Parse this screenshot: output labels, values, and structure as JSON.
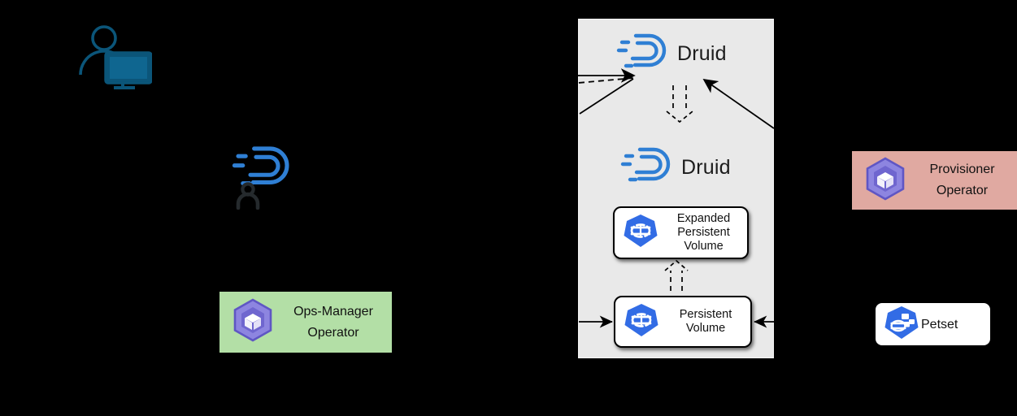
{
  "diagram": {
    "background_color": "#000000",
    "cluster_panel": {
      "name": "kubernetes-cluster-panel",
      "fill": "#e9e9e9",
      "border": "#f4f4f4"
    },
    "nodes": [
      {
        "id": "druid-top",
        "label": "Druid",
        "icon": "druid-logo-icon",
        "text_color": "#1c1c1c",
        "logo_color": "#2f7fd4"
      },
      {
        "id": "druid-mid",
        "label": "Druid",
        "icon": "druid-logo-icon",
        "text_color": "#1c1c1c",
        "logo_color": "#2f7fd4"
      },
      {
        "id": "expanded-pv",
        "label": "Expanded Persistent Volume",
        "label_lines": [
          "Expanded",
          "Persistent",
          "Volume"
        ],
        "icon": "kubernetes-persistent-volume-icon",
        "fill": "#ffffff",
        "border": "#000000",
        "icon_color": "#326ce5"
      },
      {
        "id": "persistent-pv",
        "label": "Persistent Volume",
        "label_lines": [
          "Persistent",
          "Volume"
        ],
        "icon": "kubernetes-persistent-volume-icon",
        "fill": "#ffffff",
        "border": "#000000",
        "icon_color": "#326ce5"
      },
      {
        "id": "ops-operator",
        "label": "Ops-Manager Operator",
        "label_lines": [
          "Ops-Manager",
          "Operator"
        ],
        "icon": "operator-cube-icon",
        "fill": "#b3dfa6",
        "icon_color": "#7b72d4"
      },
      {
        "id": "prov-operator",
        "label": "Provisioner Operator",
        "label_lines": [
          "Provisioner",
          "Operator"
        ],
        "icon": "operator-cube-icon",
        "fill": "#e0a9a1",
        "icon_color": "#7b72d4"
      },
      {
        "id": "petset",
        "label": "Petset",
        "label_lines": [
          "Petset"
        ],
        "icon": "kubernetes-statefulset-icon",
        "fill": "#ffffff",
        "border": "#000000",
        "icon_color": "#326ce5"
      },
      {
        "id": "user-workstation",
        "label": "",
        "icon": "user-at-computer-icon",
        "icon_color": "#0b5579"
      },
      {
        "id": "druid-left",
        "label": "",
        "icon": "druid-logo-icon",
        "logo_color": "#2f7fd4"
      },
      {
        "id": "druid-left-person",
        "label": "",
        "icon": "person-icon",
        "icon_color": "#252a2d"
      }
    ],
    "connectors": [
      {
        "id": "arrow-into-druid-top-horizontal",
        "style": "solid",
        "direction": "right"
      },
      {
        "id": "arrow-into-druid-top-dashed",
        "style": "dashed",
        "direction": "right"
      },
      {
        "id": "arrow-into-druid-top-diagonal",
        "style": "solid",
        "direction": "up-right"
      },
      {
        "id": "arrow-druid-top-to-druid-mid",
        "style": "dashed-outline",
        "direction": "down"
      },
      {
        "id": "arrow-right-to-druid-top",
        "style": "solid",
        "direction": "up-left"
      },
      {
        "id": "arrow-pv-to-expanded-pv",
        "style": "dashed-outline",
        "direction": "up"
      },
      {
        "id": "arrow-into-persistent-volume-left",
        "style": "solid",
        "direction": "right"
      },
      {
        "id": "arrow-into-persistent-volume-right",
        "style": "solid",
        "direction": "left"
      }
    ]
  }
}
